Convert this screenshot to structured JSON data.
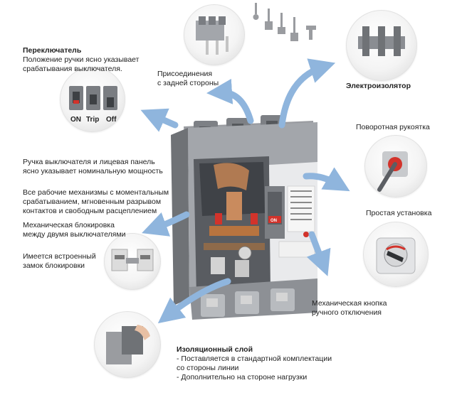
{
  "callouts": {
    "switch_title": "Переключатель",
    "switch_desc_1": "Положение ручки ясно указывает",
    "switch_desc_2": "срабатывания выключателя.",
    "switch_labels": [
      "ON",
      "Trip",
      "Off"
    ],
    "rear_conn_1": "Присоединения",
    "rear_conn_2": "с задней стороны",
    "insulator": "Электроизолятор",
    "rotary_handle": "Поворотная рукоятка",
    "handle_panel_1": "Ручка выключателя и лицевая панель",
    "handle_panel_2": "ясно указывает номинальную мощность",
    "mechanisms_1": "Все рабочие механизмы с моментальным",
    "mechanisms_2": "срабатыванием, мгновенным разрывом",
    "mechanisms_3": "контактов и свободным расцеплением",
    "simple_install": "Простая установка",
    "mech_block_1": "Механическая блокировка",
    "mech_block_2": "между двумя выключателями",
    "lock_1": "Имеется встроенный",
    "lock_2": "замок блокировки",
    "mech_button_1": "Механическая кнопка",
    "mech_button_2": "ручного отключения",
    "insulation_title": "Изоляционный слой",
    "insulation_1": "- Поставляется в стандартной комплектации",
    "insulation_2": "со стороны линии",
    "insulation_3": "- Дополнительно на стороне нагрузки"
  },
  "device_label": "ON",
  "colors": {
    "arrow": "#8fb5dd",
    "breaker_body": "#8a8d92",
    "red_accent": "#d2332b"
  }
}
